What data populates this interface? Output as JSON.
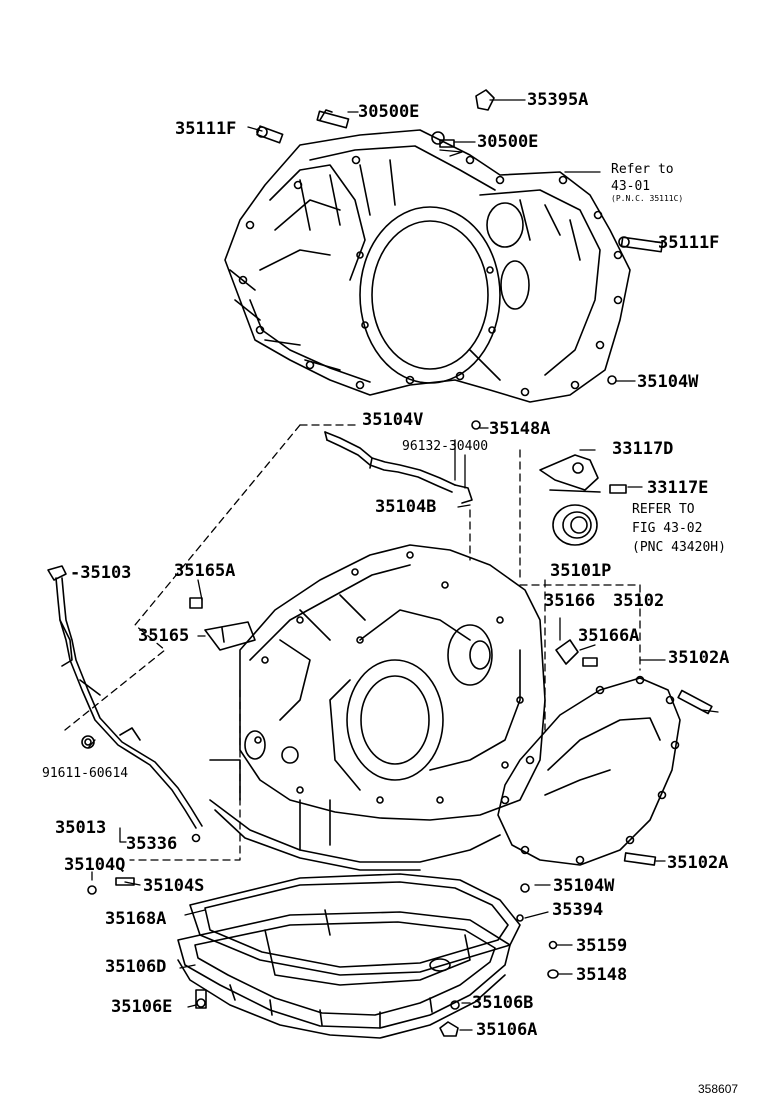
{
  "labels": {
    "l30500E_a": "30500E",
    "l35395A": "35395A",
    "l35111F_a": "35111F",
    "l30500E_b": "30500E",
    "refer_to_a": "Refer to",
    "refer_43_01": "43-01",
    "refer_pnc_a": "(P.N.C. 35111C)",
    "l35111F_b": "35111F",
    "l35104W_a": "35104W",
    "l35104V": "35104V",
    "l35148A": "35148A",
    "l96132": "96132-30400",
    "l33117D": "33117D",
    "l33117E": "33117E",
    "l35104B": "35104B",
    "refer_to_b": "REFER TO",
    "fig_43_02": "FIG 43-02",
    "pnc_43420H": "(PNC 43420H)",
    "l35103": "-35103",
    "l35165A": "35165A",
    "l35101P": "35101P",
    "l35166": "35166",
    "l35102": "35102",
    "l35165": "35165",
    "l35166A": "35166A",
    "l35102A_a": "35102A",
    "l91611": "91611-60614",
    "l35013": "35013",
    "l35336": "35336",
    "l35102A_b": "35102A",
    "l35104Q": "35104Q",
    "l35104S": "35104S",
    "l35104W_b": "35104W",
    "l35168A": "35168A",
    "l35394": "35394",
    "l35159": "35159",
    "l35106D": "35106D",
    "l35148": "35148",
    "l35106E": "35106E",
    "l35106B": "35106B",
    "l35106A": "35106A",
    "figure_no": "358607"
  }
}
